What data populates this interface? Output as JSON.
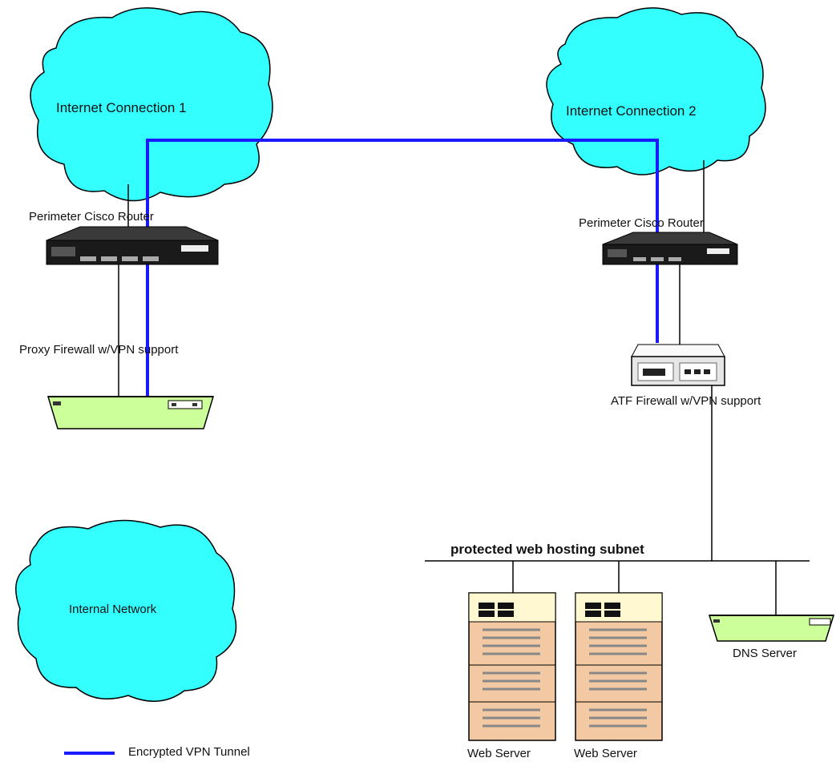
{
  "labels": {
    "internet_connection_1": "Internet Connection 1",
    "internet_connection_2": "Internet Connection 2",
    "internal_network": "Internal Network",
    "router_left": "Perimeter Cisco Router",
    "router_right": "Perimeter Cisco Router",
    "proxy_firewall": "Proxy Firewall w/VPN support",
    "atf_firewall": "ATF Firewall w/VPN support",
    "subnet": "protected web hosting subnet",
    "web_server_1": "Web Server",
    "web_server_2": "Web Server",
    "dns_server": "DNS Server",
    "legend_vpn": "Encrypted VPN Tunnel"
  },
  "colors": {
    "cloud_fill": "#33ffff",
    "cloud_stroke": "#000000",
    "vpn_line": "#1a1aff",
    "link_line": "#000000",
    "router_body": "#1a1a1a",
    "firewall_fill": "#ccff99",
    "server_fill": "#f3c9a4",
    "server_head": "#fff8d0",
    "atf_fill": "#e6e6e6"
  },
  "icons": {
    "clouds": [
      "cloud-icon",
      "cloud-icon",
      "cloud-icon"
    ],
    "routers": [
      "router-icon",
      "router-icon"
    ],
    "firewalls": [
      "firewall-icon",
      "firewall-icon"
    ],
    "servers": [
      "server-icon",
      "server-icon",
      "dns-server-icon"
    ]
  }
}
